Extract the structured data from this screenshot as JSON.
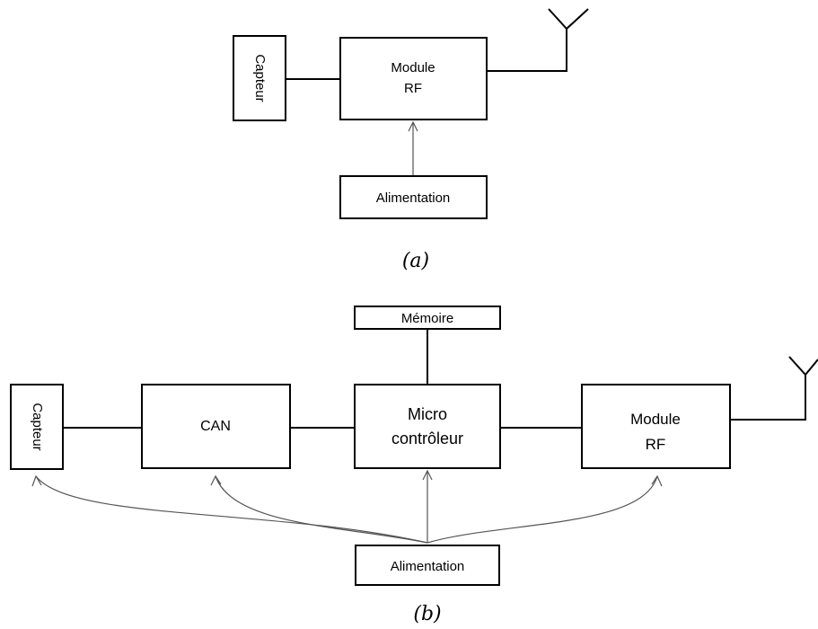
{
  "diagram_a": {
    "sensor_label": "Capteur",
    "rf_module_line1": "Module",
    "rf_module_line2": "RF",
    "power_label": "Alimentation",
    "caption": "(a)"
  },
  "diagram_b": {
    "sensor_label": "Capteur",
    "adc_label": "CAN",
    "memory_label": "Mémoire",
    "mcu_line1": "Micro",
    "mcu_line2": "contrôleur",
    "rf_module_line1": "Module",
    "rf_module_line2": "RF",
    "power_label": "Alimentation",
    "caption": "(b)"
  },
  "colors": {
    "stroke": "#000000",
    "arrow": "#555555",
    "background": "#ffffff"
  }
}
